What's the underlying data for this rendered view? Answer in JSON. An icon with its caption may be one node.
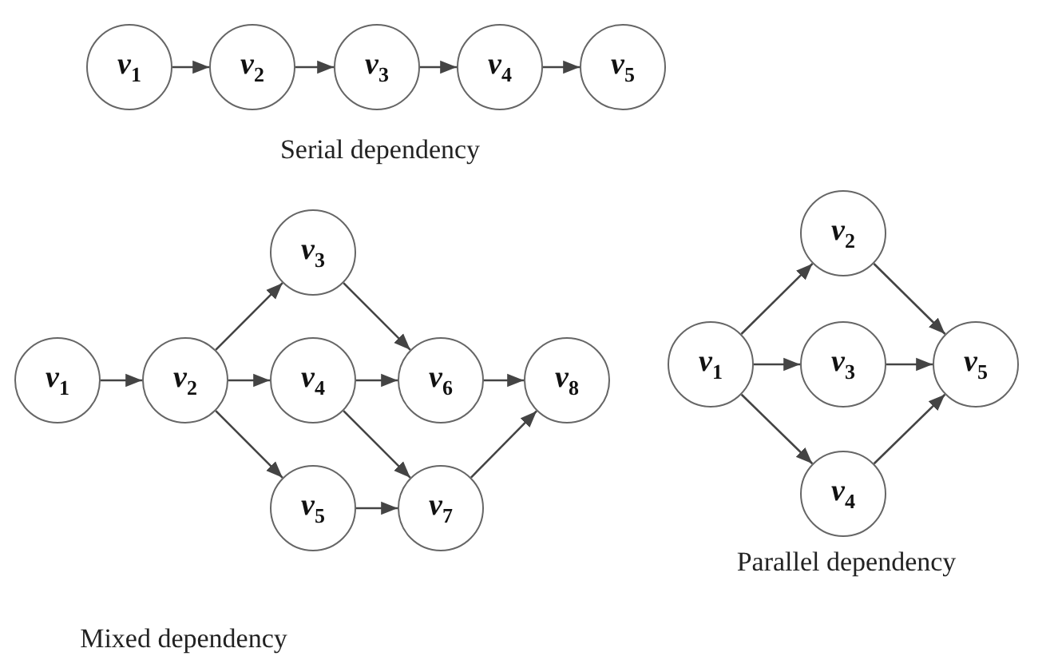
{
  "diagram": {
    "nodes": [
      {
        "text": [
          "v$_{1}$"
        ]
      },
      {
        "text": [
          "v$_{2}$"
        ]
      },
      {
        "text": [
          "v$_{3}$"
        ]
      },
      {
        "text": [
          "v$_{4}$"
        ]
      },
      {
        "text": [
          "v$_{5}$"
        ]
      },
      {
        "text": [
          "v$_{1}$"
        ]
      },
      {
        "text": [
          "v$_{2}$"
        ]
      },
      {
        "text": [
          "v$_{3}$"
        ]
      },
      {
        "text": [
          "v$_{4}$"
        ]
      },
      {
        "text": [
          "v$_{5}$"
        ]
      },
      {
        "text": [
          "v$_{6}$"
        ]
      },
      {
        "text": [
          "v$_{7}$"
        ]
      },
      {
        "text": [
          "v$_{8}$"
        ]
      },
      {
        "text": [
          "v$_{1}$"
        ]
      },
      {
        "text": [
          "v$_{2}$"
        ]
      },
      {
        "text": [
          "v$_{3}$"
        ]
      },
      {
        "text": [
          "v$_{4}$"
        ]
      },
      {
        "text": [
          "v$_{5}$"
        ]
      }
    ],
    "edges": [
      {
        "from": 0,
        "to": 1,
        "arrow": "to"
      },
      {
        "from": 1,
        "to": 2,
        "arrow": "to"
      },
      {
        "from": 2,
        "to": 3,
        "arrow": "to"
      },
      {
        "from": 3,
        "to": 4,
        "arrow": "to"
      },
      {
        "from": 5,
        "to": 6,
        "arrow": "to"
      },
      {
        "from": 6,
        "to": 7,
        "arrow": "to"
      },
      {
        "from": 6,
        "to": 8,
        "arrow": "to"
      },
      {
        "from": 6,
        "to": 9,
        "arrow": "to"
      },
      {
        "from": 7,
        "to": 10,
        "arrow": "to"
      },
      {
        "from": 8,
        "to": 10,
        "arrow": "to"
      },
      {
        "from": 8,
        "to": 11,
        "arrow": "to"
      },
      {
        "from": 9,
        "to": 11,
        "arrow": "to"
      },
      {
        "from": 10,
        "to": 12,
        "arrow": "to"
      },
      {
        "from": 11,
        "to": 12,
        "arrow": "to"
      },
      {
        "from": 13,
        "to": 14,
        "arrow": "to"
      },
      {
        "from": 13,
        "to": 15,
        "arrow": "to"
      },
      {
        "from": 13,
        "to": 16,
        "arrow": "to"
      },
      {
        "from": 14,
        "to": 17,
        "arrow": "to"
      },
      {
        "from": 15,
        "to": 17,
        "arrow": "to"
      },
      {
        "from": 16,
        "to": 17,
        "arrow": "to"
      }
    ],
    "labels": [
      "Serial dependency",
      "Parallel dependency",
      "Mixed dependency"
    ]
  }
}
